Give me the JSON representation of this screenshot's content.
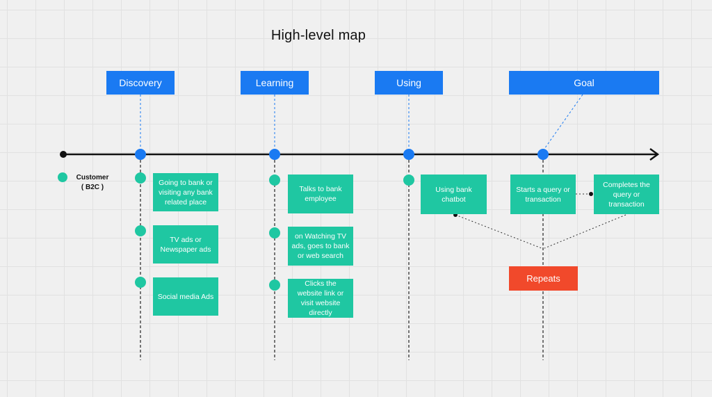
{
  "title": "High-level map",
  "colors": {
    "stage_blue": "#1a7af2",
    "note_green": "#1fc7a2",
    "repeat_red": "#f1492b",
    "timeline": "#111111"
  },
  "stages": [
    {
      "label": "Discovery"
    },
    {
      "label": "Learning"
    },
    {
      "label": "Using"
    },
    {
      "label": "Goal"
    }
  ],
  "legend": {
    "persona_line1": "Customer",
    "persona_line2": "( B2C )"
  },
  "notes": {
    "discovery": [
      "Going to bank or visiting any bank related place",
      "TV ads or Newspaper ads",
      "Social media Ads"
    ],
    "learning": [
      "Talks to bank employee",
      "on Watching TV ads, goes to bank or web search",
      "Clicks the website link or visit website directly"
    ],
    "using": [
      "Using bank chatbot"
    ],
    "goal": [
      "Starts a query or transaction",
      "Completes the query or transaction"
    ]
  },
  "repeats_label": "Repeats"
}
